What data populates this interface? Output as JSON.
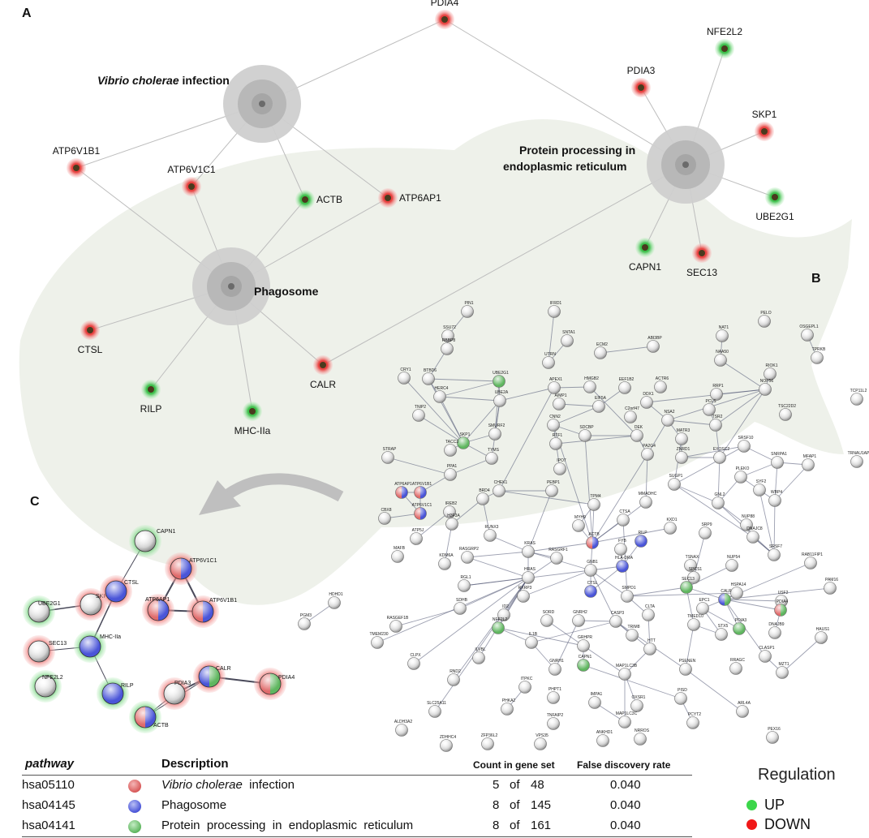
{
  "panels": {
    "a": "A",
    "b": "B",
    "c": "C"
  },
  "colors": {
    "up": "#5fd36a",
    "down": "#f05a5a",
    "vibrio": "#e06b6b",
    "phagosome": "#4a55d8",
    "protein": "#5fb65f"
  },
  "panelA": {
    "hubs": {
      "vibrio_italic": "Vibrio cholerae",
      "vibrio_rest": " infection",
      "phagosome": "Phagosome",
      "protein_line1": "Protein processing in",
      "protein_line2": "endoplasmic reticulum"
    },
    "genes": [
      {
        "id": "PDIA4",
        "label": "PDIA4",
        "reg": "down"
      },
      {
        "id": "NFE2L2",
        "label": "NFE2L2",
        "reg": "up"
      },
      {
        "id": "PDIA3",
        "label": "PDIA3",
        "reg": "down"
      },
      {
        "id": "SKP1",
        "label": "SKP1",
        "reg": "down"
      },
      {
        "id": "UBE2G1",
        "label": "UBE2G1",
        "reg": "up"
      },
      {
        "id": "SEC13",
        "label": "SEC13",
        "reg": "down"
      },
      {
        "id": "CAPN1",
        "label": "CAPN1",
        "reg": "up"
      },
      {
        "id": "ATP6V1B1",
        "label": "ATP6V1B1",
        "reg": "down"
      },
      {
        "id": "ATP6V1C1",
        "label": "ATP6V1C1",
        "reg": "down"
      },
      {
        "id": "ACTB",
        "label": "ACTB",
        "reg": "up"
      },
      {
        "id": "ATP6AP1",
        "label": "ATP6AP1",
        "reg": "down"
      },
      {
        "id": "CTSL",
        "label": "CTSL",
        "reg": "down"
      },
      {
        "id": "RILP",
        "label": "RILP",
        "reg": "up"
      },
      {
        "id": "MHC",
        "label": "MHC-IIa",
        "reg": "up"
      },
      {
        "id": "CALR",
        "label": "CALR",
        "reg": "down"
      }
    ]
  },
  "panelC": {
    "nodes": [
      {
        "id": "CAPN1",
        "label": "CAPN1",
        "reg": "up",
        "fill": "none"
      },
      {
        "id": "UBE2G1",
        "label": "UBE2G1",
        "reg": "up",
        "fill": "none"
      },
      {
        "id": "SKP1",
        "label": "SKP1",
        "reg": "down",
        "fill": "none"
      },
      {
        "id": "CTSL",
        "label": "CTSL",
        "reg": "down",
        "fill": "phagosome"
      },
      {
        "id": "ATP6V1C1",
        "label": "ATP6V1C1",
        "reg": "down",
        "fill": "vibrio+phagosome"
      },
      {
        "id": "ATP6AP1",
        "label": "ATP6AP1",
        "reg": "down",
        "fill": "vibrio+phagosome"
      },
      {
        "id": "ATP6V1B1",
        "label": "ATP6V1B1",
        "reg": "down",
        "fill": "vibrio+phagosome"
      },
      {
        "id": "SEC13",
        "label": "SEC13",
        "reg": "down",
        "fill": "none"
      },
      {
        "id": "MHC",
        "label": "MHC-IIa",
        "reg": "up",
        "fill": "phagosome"
      },
      {
        "id": "PDIA3",
        "label": "PDIA3",
        "reg": "down",
        "fill": "none"
      },
      {
        "id": "CALR",
        "label": "CALR",
        "reg": "down",
        "fill": "phagosome+protein"
      },
      {
        "id": "PDIA4",
        "label": "PDIA4",
        "reg": "down",
        "fill": "vibrio+protein"
      },
      {
        "id": "NFE2L2",
        "label": "NFE2L2",
        "reg": "up",
        "fill": "none"
      },
      {
        "id": "RILP",
        "label": "RILP",
        "reg": "up",
        "fill": "phagosome"
      },
      {
        "id": "ACTB",
        "label": "ACTB",
        "reg": "up",
        "fill": "vibrio+phagosome"
      }
    ]
  },
  "panelB": {
    "nodes": [
      {
        "id": "PIN1",
        "fill": "grey"
      },
      {
        "id": "IFRD1",
        "fill": "grey"
      },
      {
        "id": "PELO",
        "fill": "grey"
      },
      {
        "id": "OSGEPL1",
        "fill": "grey"
      },
      {
        "id": "SSU72",
        "fill": "grey"
      },
      {
        "id": "SNTA1",
        "fill": "grey"
      },
      {
        "id": "NAT1",
        "fill": "grey"
      },
      {
        "id": "TPRKB",
        "fill": "grey"
      },
      {
        "id": "RBBP8",
        "fill": "grey"
      },
      {
        "id": "ECM2",
        "fill": "grey"
      },
      {
        "id": "ABI3BP",
        "fill": "grey"
      },
      {
        "id": "NAA50",
        "fill": "grey"
      },
      {
        "id": "UTRN",
        "fill": "grey"
      },
      {
        "id": "RIOK1",
        "fill": "grey"
      },
      {
        "id": "BTBD6",
        "fill": "grey"
      },
      {
        "id": "UBE2G1",
        "fill": "protein"
      },
      {
        "id": "CRY1",
        "fill": "grey"
      },
      {
        "id": "APEX1",
        "fill": "grey"
      },
      {
        "id": "HMGB2",
        "fill": "grey"
      },
      {
        "id": "EEF1B2",
        "fill": "grey"
      },
      {
        "id": "ACTR6",
        "fill": "grey"
      },
      {
        "id": "RRP1",
        "fill": "grey"
      },
      {
        "id": "NOP56",
        "fill": "grey"
      },
      {
        "id": "TSC22D2",
        "fill": "grey"
      },
      {
        "id": "TCP11L2",
        "fill": "grey"
      },
      {
        "id": "HERC4",
        "fill": "grey"
      },
      {
        "id": "UBE2A",
        "fill": "grey"
      },
      {
        "id": "AIMP1",
        "fill": "grey"
      },
      {
        "id": "EIF5A",
        "fill": "grey"
      },
      {
        "id": "DDX1",
        "fill": "grey"
      },
      {
        "id": "PCLS",
        "fill": "grey"
      },
      {
        "id": "TNIP2",
        "fill": "grey"
      },
      {
        "id": "C2orf47",
        "fill": "grey"
      },
      {
        "id": "TSR2",
        "fill": "grey"
      },
      {
        "id": "NSA2",
        "fill": "grey"
      },
      {
        "id": "TRNAU1AP",
        "fill": "grey"
      },
      {
        "id": "SKP1",
        "fill": "protein"
      },
      {
        "id": "SMURF2",
        "fill": "grey"
      },
      {
        "id": "CNN2",
        "fill": "grey"
      },
      {
        "id": "SDCBP",
        "fill": "grey"
      },
      {
        "id": "DEK",
        "fill": "grey"
      },
      {
        "id": "MATR3",
        "fill": "grey"
      },
      {
        "id": "SRSF10",
        "fill": "grey"
      },
      {
        "id": "MFAP1",
        "fill": "grey"
      },
      {
        "id": "TACC3",
        "fill": "grey"
      },
      {
        "id": "STRAP",
        "fill": "grey"
      },
      {
        "id": "RTF1",
        "fill": "grey"
      },
      {
        "id": "PA2G4",
        "fill": "grey"
      },
      {
        "id": "ZNRD1",
        "fill": "grey"
      },
      {
        "id": "EXOSC2",
        "fill": "grey"
      },
      {
        "id": "SNRPA1",
        "fill": "grey"
      },
      {
        "id": "TYMS",
        "fill": "grey"
      },
      {
        "id": "PPA1",
        "fill": "grey"
      },
      {
        "id": "IPO7",
        "fill": "grey"
      },
      {
        "id": "PLEKO",
        "fill": "grey"
      },
      {
        "id": "SYF2",
        "fill": "grey"
      },
      {
        "id": "ATP6AP1",
        "fill": "vibrio+phagosome"
      },
      {
        "id": "ATP6V1B1",
        "fill": "vibrio+phagosome"
      },
      {
        "id": "CHEK1",
        "fill": "grey"
      },
      {
        "id": "PEBP1",
        "fill": "grey"
      },
      {
        "id": "BRD4",
        "fill": "grey"
      },
      {
        "id": "SUGP1",
        "fill": "grey"
      },
      {
        "id": "WBP4",
        "fill": "grey"
      },
      {
        "id": "ATP6V1C1",
        "fill": "vibrio+phagosome"
      },
      {
        "id": "IREB2",
        "fill": "grey"
      },
      {
        "id": "TPM4",
        "fill": "grey"
      },
      {
        "id": "MMADHC",
        "fill": "grey"
      },
      {
        "id": "GNL2",
        "fill": "grey"
      },
      {
        "id": "CBX8",
        "fill": "grey"
      },
      {
        "id": "H3F3A",
        "fill": "grey"
      },
      {
        "id": "ATP5J",
        "fill": "grey"
      },
      {
        "id": "MYH9",
        "fill": "grey"
      },
      {
        "id": "CTSA",
        "fill": "grey"
      },
      {
        "id": "RUNX3",
        "fill": "grey"
      },
      {
        "id": "KXD1",
        "fill": "grey"
      },
      {
        "id": "SRP9",
        "fill": "grey"
      },
      {
        "id": "NUP88",
        "fill": "grey"
      },
      {
        "id": "DNAJC8",
        "fill": "grey"
      },
      {
        "id": "SRSF7",
        "fill": "grey"
      },
      {
        "id": "RASGRP2",
        "fill": "grey"
      },
      {
        "id": "KRAS",
        "fill": "grey"
      },
      {
        "id": "RASGRF1",
        "fill": "grey"
      },
      {
        "id": "ACTB",
        "fill": "vibrio+phagosome"
      },
      {
        "id": "FYB",
        "fill": "grey"
      },
      {
        "id": "RILP",
        "fill": "phagosome"
      },
      {
        "id": "MAFB",
        "fill": "grey"
      },
      {
        "id": "KDM6A",
        "fill": "grey"
      },
      {
        "id": "TSNAX",
        "fill": "grey"
      },
      {
        "id": "RAB11FIP1",
        "fill": "grey"
      },
      {
        "id": "HLA-DRA",
        "fill": "phagosome"
      },
      {
        "id": "GNB1",
        "fill": "grey"
      },
      {
        "id": "RGL1",
        "fill": "grey"
      },
      {
        "id": "HRAS",
        "fill": "grey"
      },
      {
        "id": "SPCS1",
        "fill": "grey"
      },
      {
        "id": "NUP54",
        "fill": "grey"
      },
      {
        "id": "HSPA14",
        "fill": "grey"
      },
      {
        "id": "SMPD1",
        "fill": "grey"
      },
      {
        "id": "HDHD1",
        "fill": "grey"
      },
      {
        "id": "SDHB",
        "fill": "grey"
      },
      {
        "id": "CTSL",
        "fill": "phagosome"
      },
      {
        "id": "PAM16",
        "fill": "grey"
      },
      {
        "id": "RXRP3",
        "fill": "grey"
      },
      {
        "id": "SEC13",
        "fill": "protein"
      },
      {
        "id": "USF2",
        "fill": "grey"
      },
      {
        "id": "CALR",
        "fill": "phagosome+protein"
      },
      {
        "id": "PGM3",
        "fill": "grey"
      },
      {
        "id": "RASGEF1B",
        "fill": "grey"
      },
      {
        "id": "ID2",
        "fill": "grey"
      },
      {
        "id": "SORD",
        "fill": "grey"
      },
      {
        "id": "GNRH2",
        "fill": "grey"
      },
      {
        "id": "CASP3",
        "fill": "grey"
      },
      {
        "id": "CLTA",
        "fill": "grey"
      },
      {
        "id": "EPC1",
        "fill": "grey"
      },
      {
        "id": "PDIA4",
        "fill": "vibrio+protein"
      },
      {
        "id": "TRIM8",
        "fill": "grey"
      },
      {
        "id": "NFE2L2",
        "fill": "protein"
      },
      {
        "id": "TMED10",
        "fill": "grey"
      },
      {
        "id": "STX5",
        "fill": "grey"
      },
      {
        "id": "PDIA3",
        "fill": "protein"
      },
      {
        "id": "DNAJB9",
        "fill": "grey"
      },
      {
        "id": "HAUS1",
        "fill": "grey"
      },
      {
        "id": "TMEM230",
        "fill": "grey"
      },
      {
        "id": "IL1B",
        "fill": "grey"
      },
      {
        "id": "GRHPR",
        "fill": "grey"
      },
      {
        "id": "HTT",
        "fill": "grey"
      },
      {
        "id": "CLASP1",
        "fill": "grey"
      },
      {
        "id": "CLPX",
        "fill": "grey"
      },
      {
        "id": "ILVBL",
        "fill": "grey"
      },
      {
        "id": "GNRH1",
        "fill": "grey"
      },
      {
        "id": "PSENEN",
        "fill": "grey"
      },
      {
        "id": "RRAGC",
        "fill": "grey"
      },
      {
        "id": "MZT1",
        "fill": "grey"
      },
      {
        "id": "RND2",
        "fill": "grey"
      },
      {
        "id": "ITPKC",
        "fill": "grey"
      },
      {
        "id": "CAPN1",
        "fill": "protein"
      },
      {
        "id": "MAP1LC3B",
        "fill": "grey"
      },
      {
        "id": "PHPT1",
        "fill": "grey"
      },
      {
        "id": "PISD",
        "fill": "grey"
      },
      {
        "id": "PHKA2",
        "fill": "grey"
      },
      {
        "id": "IMPA1",
        "fill": "grey"
      },
      {
        "id": "OXSR1",
        "fill": "grey"
      },
      {
        "id": "ARL4A",
        "fill": "grey"
      },
      {
        "id": "SLC25A11",
        "fill": "grey"
      },
      {
        "id": "TNFAIP2",
        "fill": "grey"
      },
      {
        "id": "MAP1LC3C",
        "fill": "grey"
      },
      {
        "id": "PCYT2",
        "fill": "grey"
      },
      {
        "id": "ALDH3A2",
        "fill": "grey"
      },
      {
        "id": "ZDHHC4",
        "fill": "grey"
      },
      {
        "id": "ZFP36L2",
        "fill": "grey"
      },
      {
        "id": "VPS35",
        "fill": "grey"
      },
      {
        "id": "ANKHD1",
        "fill": "grey"
      },
      {
        "id": "NRROS",
        "fill": "grey"
      },
      {
        "id": "PEX16",
        "fill": "grey"
      }
    ]
  },
  "table": {
    "headers": {
      "pathway": "pathway",
      "description": "Description",
      "count": "Count in gene set",
      "fdr": "False discovery rate"
    },
    "rows": [
      {
        "id": "hsa05110",
        "color": "vibrio",
        "desc_italic": "Vibrio  cholerae",
        "desc_rest": "  infection",
        "count": "5",
        "of": "of",
        "total": "48",
        "fdr": "0.040"
      },
      {
        "id": "hsa04145",
        "color": "phagosome",
        "desc_italic": "",
        "desc_rest": "Phagosome",
        "count": "8",
        "of": "of",
        "total": "145",
        "fdr": "0.040"
      },
      {
        "id": "hsa04141",
        "color": "protein",
        "desc_italic": "",
        "desc_rest": "Protein  processing  in  endoplasmic  reticulum",
        "count": "8",
        "of": "of",
        "total": "161",
        "fdr": "0.040"
      }
    ]
  },
  "legend": {
    "title": "Regulation",
    "up": "UP",
    "down": "DOWN"
  }
}
